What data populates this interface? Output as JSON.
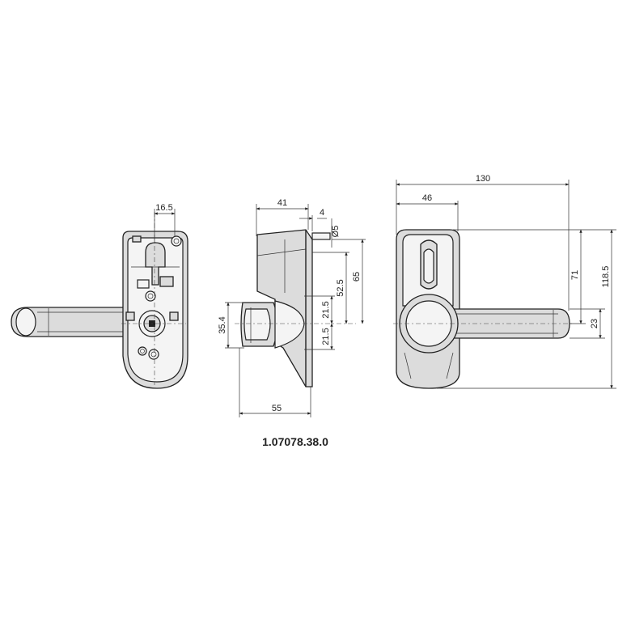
{
  "part_number": "1.07078.38.0",
  "views": {
    "front": {
      "dimensions": [
        "16.5"
      ]
    },
    "side": {
      "dimensions": [
        "41",
        "4",
        "Ø5",
        "52.5",
        "65",
        "35.4",
        "21.5",
        "21.5",
        "55"
      ]
    },
    "top": {
      "dimensions": [
        "130",
        "46",
        "71",
        "118.5",
        "23"
      ]
    }
  }
}
